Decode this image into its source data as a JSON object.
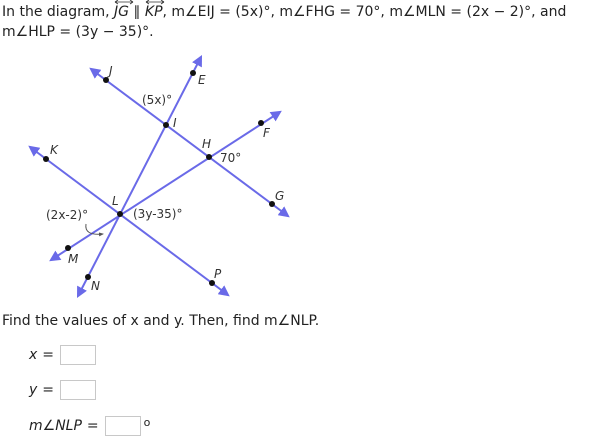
{
  "prompt": {
    "intro": "In the diagram, ",
    "ray1": "JG",
    "parallel": " ∥ ",
    "ray2": "KP",
    "given1": ", m∠EIJ = (5x)°, m∠FHG = 70°, m∠MLN = (2x − 2)°, and",
    "given2": "m∠HLP = (3y − 35)°."
  },
  "diagram": {
    "line_color": "#6a6ae8",
    "point_color": "#111111",
    "points": {
      "J": "J",
      "E": "E",
      "I": "I",
      "H": "H",
      "F": "F",
      "K": "K",
      "G": "G",
      "L": "L",
      "M": "M",
      "N": "N",
      "P": "P"
    },
    "angle_labels": {
      "EIJ": "(5x)°",
      "FHG": "70°",
      "MLN": "(2x-2)°",
      "HLP": "(3y-35)°"
    }
  },
  "question": {
    "text": "Find the values of x and y. Then, find m∠NLP."
  },
  "answers": [
    {
      "label": "x",
      "eq": "=",
      "value": "",
      "unit": ""
    },
    {
      "label": "y",
      "eq": "=",
      "value": "",
      "unit": ""
    },
    {
      "label": "m∠NLP",
      "eq": "=",
      "value": "",
      "unit": "o"
    }
  ]
}
